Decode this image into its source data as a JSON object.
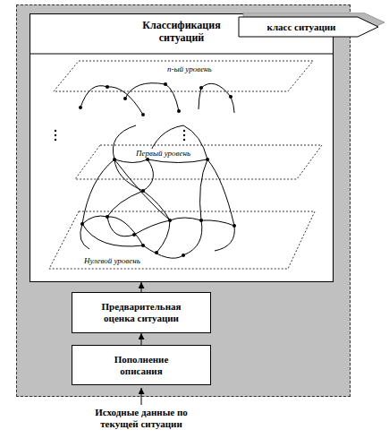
{
  "diagram": {
    "nodes": [
      {
        "text": [
          "Классификация ситуаций"
        ]
      },
      {
        "text": [
          "Предварительная оценка ситуации"
        ]
      },
      {
        "text": [
          "Пополнение описания"
        ]
      },
      {
        "text": [
          "класс ситуации"
        ]
      }
    ],
    "edges": [
      {
        "from": 2,
        "to": 1,
        "arrow": "to"
      },
      {
        "from": 1,
        "to": 0,
        "arrow": "to"
      }
    ],
    "labels": [
      "n-ый уровень",
      "Первый уровень",
      "Нулевой уровень",
      "Исходные данные по текущей ситуации"
    ]
  }
}
